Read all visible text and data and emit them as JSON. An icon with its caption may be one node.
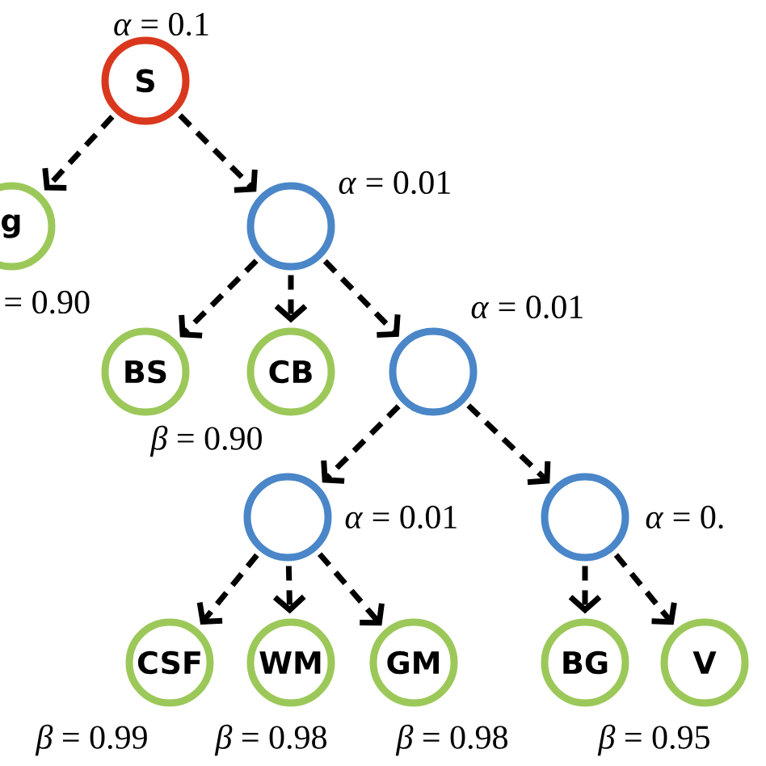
{
  "diagram": {
    "nodes": [
      {
        "text": [
          "S"
        ],
        "beside": [
          "*α* = 0.1"
        ]
      },
      {
        "text": [
          "g"
        ],
        "beside": [
          "= 0.90"
        ]
      },
      {
        "text": [],
        "shape": "circle",
        "beside": [
          "*α* = 0.01"
        ]
      },
      {
        "text": [
          "BS"
        ]
      },
      {
        "text": [
          "CB"
        ]
      },
      {
        "text": [],
        "shape": "circle",
        "beside": [
          "*α* = 0.01"
        ]
      },
      {
        "text": [],
        "shape": "circle",
        "beside": [
          "*α* = 0.01"
        ]
      },
      {
        "text": [],
        "shape": "circle",
        "beside": [
          "*α* = 0."
        ]
      },
      {
        "text": [
          "CSF"
        ],
        "beside": [
          "*β* = 0.99"
        ]
      },
      {
        "text": [
          "WM"
        ],
        "beside": [
          "*β* = 0.98"
        ]
      },
      {
        "text": [
          "GM"
        ],
        "beside": [
          "*β* = 0.98"
        ]
      },
      {
        "text": [
          "BG"
        ]
      },
      {
        "text": [
          "V"
        ]
      }
    ],
    "edges": [
      {
        "from": 0,
        "to": 1,
        "arrow": "to",
        "style": "dashed"
      },
      {
        "from": 0,
        "to": 2,
        "arrow": "to",
        "style": "dashed"
      },
      {
        "from": 2,
        "to": 3,
        "arrow": "to",
        "style": "dashed"
      },
      {
        "from": 2,
        "to": 4,
        "arrow": "to",
        "style": "dashed"
      },
      {
        "from": 2,
        "to": 5,
        "arrow": "to",
        "style": "dashed"
      },
      {
        "from": 5,
        "to": 6,
        "arrow": "to",
        "style": "dashed"
      },
      {
        "from": 5,
        "to": 7,
        "arrow": "to",
        "style": "dashed"
      },
      {
        "from": 6,
        "to": 8,
        "arrow": "to",
        "style": "dashed"
      },
      {
        "from": 6,
        "to": 9,
        "arrow": "to",
        "style": "dashed"
      },
      {
        "from": 6,
        "to": 10,
        "arrow": "to",
        "style": "dashed"
      },
      {
        "from": 7,
        "to": 11,
        "arrow": "to",
        "style": "dashed"
      },
      {
        "from": 7,
        "to": 12,
        "arrow": "to",
        "style": "dashed"
      }
    ],
    "labels": [
      "*β* = 0.90",
      "*β* = 0.95"
    ]
  }
}
